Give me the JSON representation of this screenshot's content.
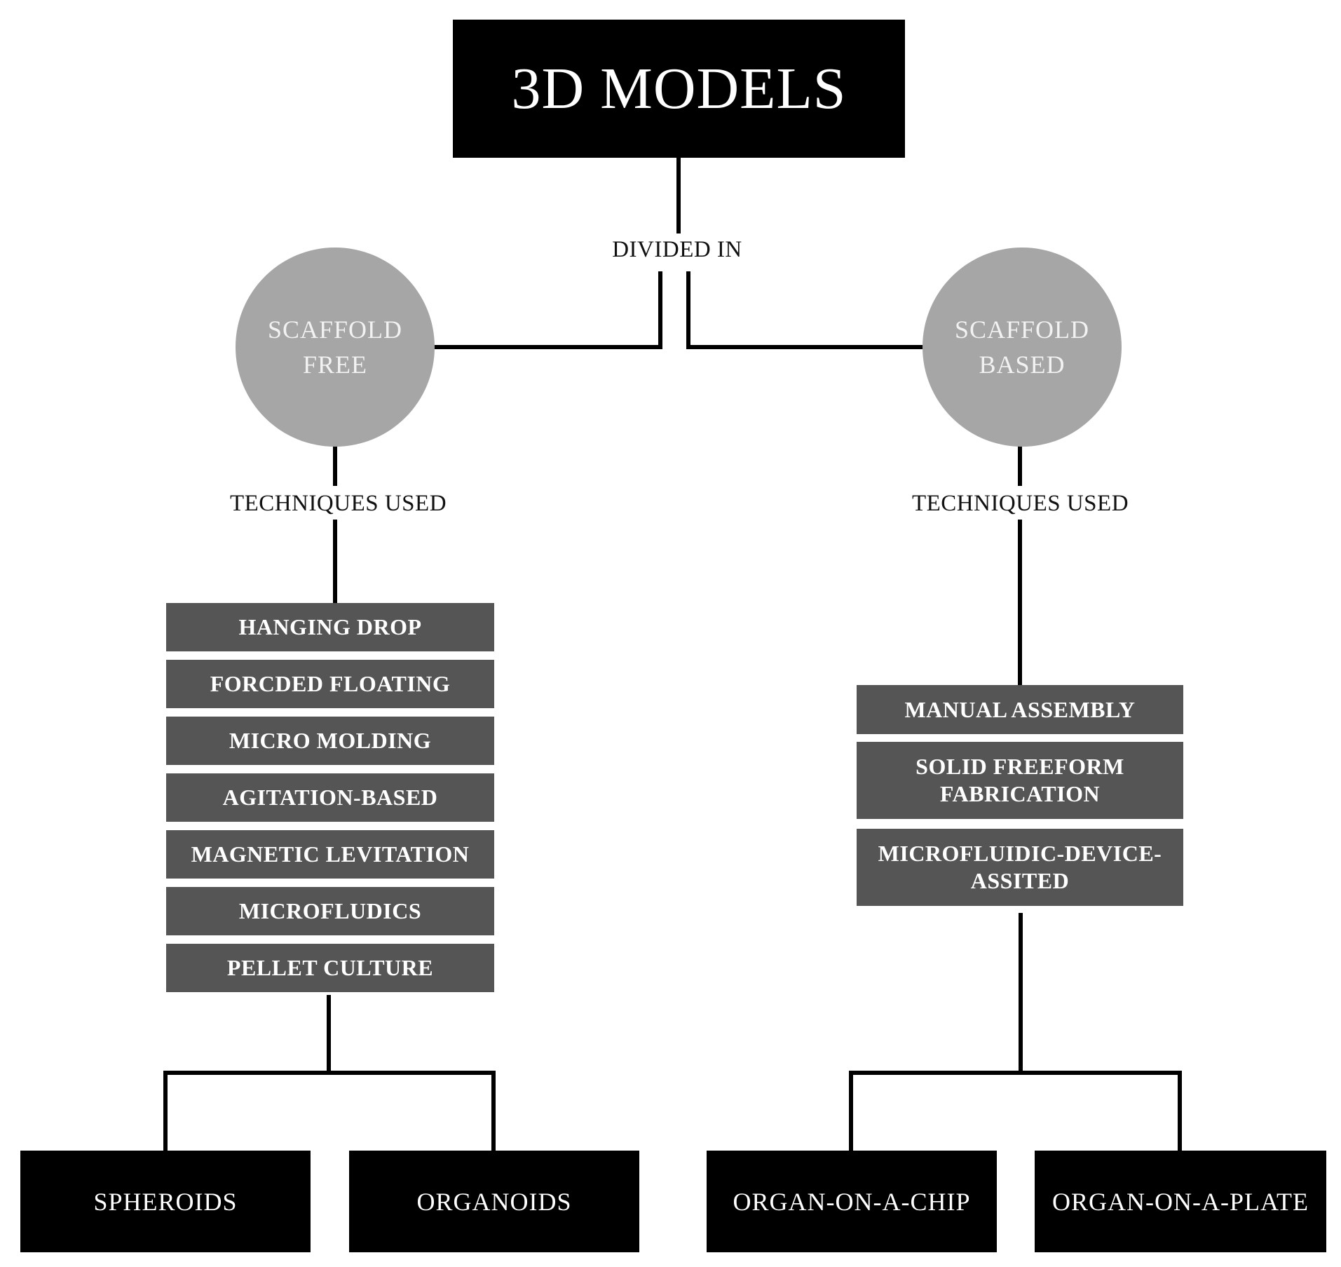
{
  "root": {
    "title": "3D MODELS"
  },
  "connector_labels": {
    "divided": "DIVIDED IN",
    "techniques_left": "TECHNIQUES USED",
    "techniques_right": "TECHNIQUES USED"
  },
  "categories": {
    "left": {
      "line1": "SCAFFOLD",
      "line2": "FREE"
    },
    "right": {
      "line1": "SCAFFOLD",
      "line2": "BASED"
    }
  },
  "techniques_left": [
    "HANGING DROP",
    "FORCDED FLOATING",
    "MICRO MOLDING",
    "AGITATION-BASED",
    "MAGNETIC LEVITATION",
    "MICROFLUDICS",
    "PELLET CULTURE"
  ],
  "techniques_right": [
    {
      "line1": "MANUAL ASSEMBLY",
      "line2": ""
    },
    {
      "line1": "SOLID FREEFORM",
      "line2": "FABRICATION"
    },
    {
      "line1": "MICROFLUIDIC-DEVICE-",
      "line2": "ASSITED"
    }
  ],
  "results": {
    "spheroids": "SPHEROIDS",
    "organoids": "ORGANOIDS",
    "organ_chip": "ORGAN-ON-A-CHIP",
    "organ_plate": "ORGAN-ON-A-PLATE"
  },
  "colors": {
    "root_fill": "#000000",
    "circle_fill": "#a6a6a6",
    "technique_fill": "#555555",
    "result_fill": "#000000",
    "line": "#000000"
  }
}
